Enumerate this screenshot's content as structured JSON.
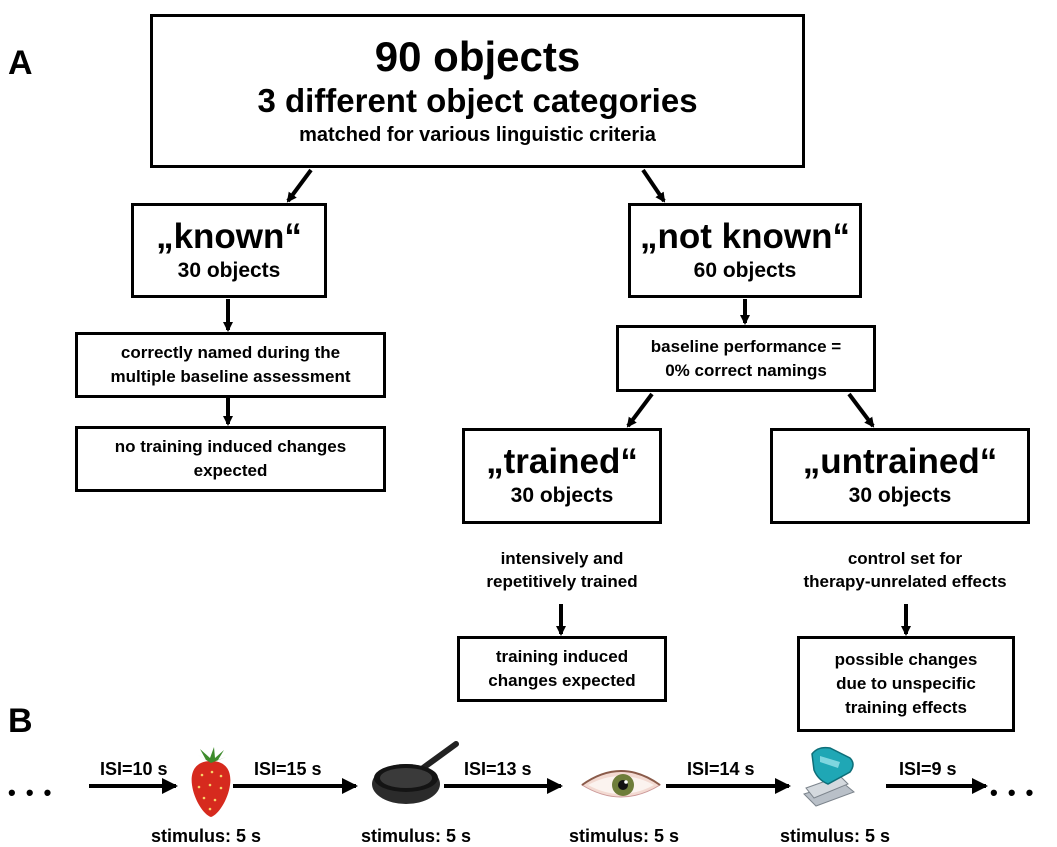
{
  "panels": {
    "a": "A",
    "b": "B"
  },
  "top_box": {
    "line1": "90 objects",
    "line2": "3 different object categories",
    "line3": "matched for various linguistic criteria"
  },
  "known": {
    "title": "„known“",
    "count": "30 objects"
  },
  "not_known": {
    "title": "„not known“",
    "count": "60 objects"
  },
  "known_step1": {
    "line1": "correctly named during the",
    "line2": "multiple baseline assessment"
  },
  "known_step2": {
    "line1": "no training induced changes",
    "line2": "expected"
  },
  "baseline": {
    "line1": "baseline performance =",
    "line2": "0% correct namings"
  },
  "trained": {
    "title": "„trained“",
    "count": "30 objects",
    "note1": "intensively and",
    "note2": "repetitively trained",
    "result1": "training induced",
    "result2": "changes expected"
  },
  "untrained": {
    "title": "„untrained“",
    "count": "30 objects",
    "note1": "control set for",
    "note2": "therapy-unrelated effects",
    "result1": "possible changes",
    "result2": "due to unspecific",
    "result3": "training effects"
  },
  "timeline": {
    "ellipsis": "• • •",
    "isi": [
      "ISI=10 s",
      "ISI=15 s",
      "ISI=13 s",
      "ISI=14 s",
      "ISI=9 s"
    ],
    "stimulus_label": "stimulus: 5 s",
    "stimuli": [
      "strawberry-icon",
      "frying-pan-icon",
      "eye-icon",
      "stapler-icon"
    ]
  }
}
